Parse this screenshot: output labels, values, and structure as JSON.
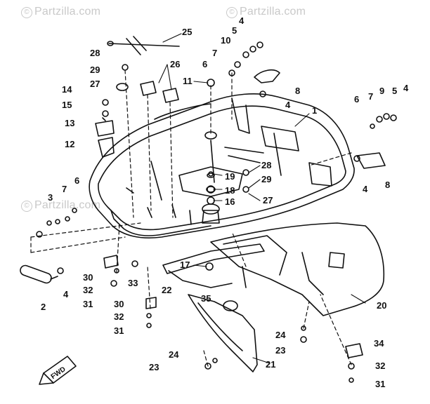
{
  "watermarks": [
    {
      "text": "Partzilla.com",
      "symbol": "©"
    },
    {
      "text": "Partzilla.com",
      "symbol": "©"
    },
    {
      "text": "Partzilla.com",
      "symbol": "©"
    }
  ],
  "direction_tag": "FWD",
  "callouts": [
    "1",
    "2",
    "3",
    "4",
    "5",
    "6",
    "7",
    "8",
    "9",
    "10",
    "11",
    "12",
    "13",
    "14",
    "15",
    "16",
    "17",
    "18",
    "19",
    "20",
    "21",
    "22",
    "23",
    "24",
    "25",
    "26",
    "27",
    "28",
    "29",
    "30",
    "31",
    "32",
    "33",
    "34",
    "35"
  ],
  "labels": {
    "l25": "25",
    "l4a": "4",
    "l5a": "5",
    "l10": "10",
    "l7a": "7",
    "l6a": "6",
    "l28a": "28",
    "l26": "26",
    "l29a": "29",
    "l27a": "27",
    "l11": "11",
    "l8a": "8",
    "l4b": "4",
    "l1": "1",
    "l14": "14",
    "l15": "15",
    "l13": "13",
    "l12": "12",
    "l6b": "6",
    "l7b": "7",
    "l9": "9",
    "l5b": "5",
    "l4c": "4",
    "l8b": "8",
    "l19": "19",
    "l18": "18",
    "l16": "16",
    "l28b": "28",
    "l29b": "29",
    "l27b": "27",
    "l3": "3",
    "l7c": "7",
    "l6c": "6",
    "l4d": "4",
    "l2": "2",
    "l4e": "4",
    "l30a": "30",
    "l32a": "32",
    "l31a": "31",
    "l33": "33",
    "l22": "22",
    "l17": "17",
    "l30b": "30",
    "l32b": "32",
    "l31b": "31",
    "l35": "35",
    "l20": "20",
    "l24a": "24",
    "l23a": "23",
    "l34": "34",
    "l24b": "24",
    "l23b": "23",
    "l21": "21",
    "l32c": "32",
    "l31c": "31"
  }
}
